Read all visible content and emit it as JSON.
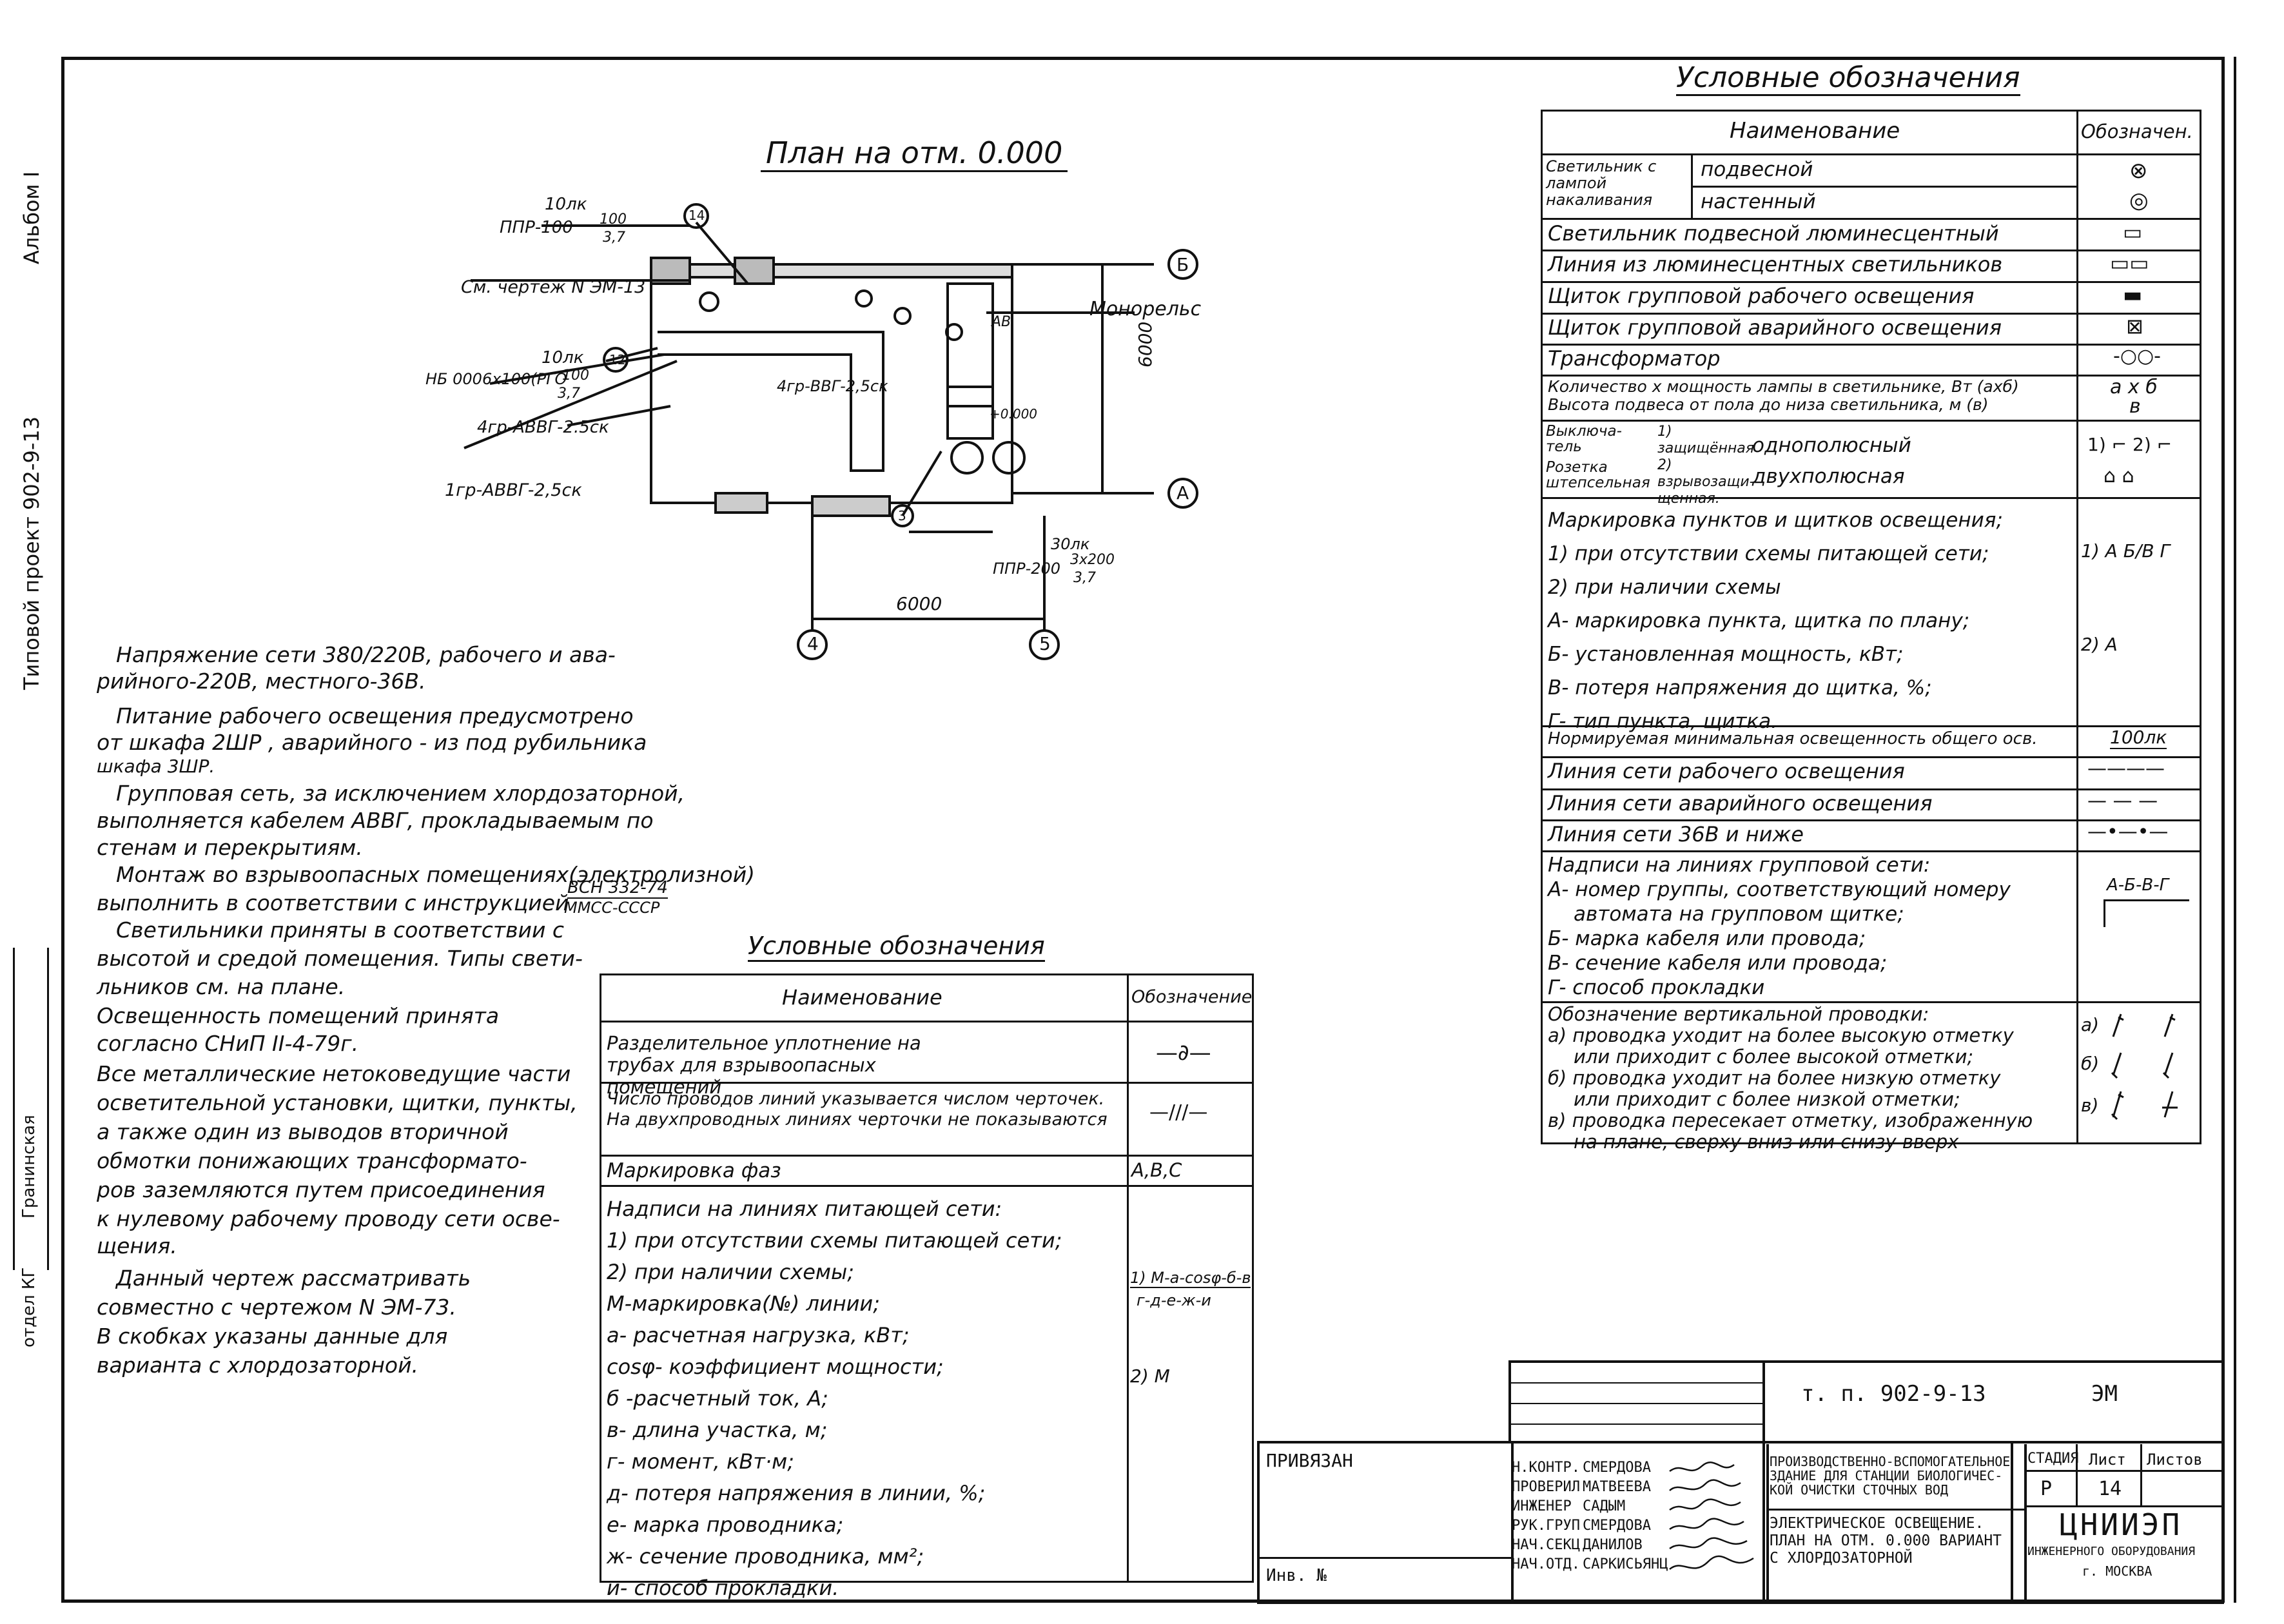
{
  "side_stamp": [
    "Альбом I",
    "Типовой проект 902-9-13"
  ],
  "side_stamp_lower": [
    "отдел КГ",
    "Гранинская"
  ],
  "plan": {
    "title": "План на отм. 0.000",
    "labels": {
      "l1a": "10лк",
      "l1b": "ППР-100",
      "l1c": "100",
      "l1d": "3,7",
      "l2": "См. чертеж N ЭМ-13",
      "l3a": "10лк",
      "l3b": "НБ 0006х100(РГО",
      "l3c": "100",
      "l3d": "3,7",
      "l4": "4гр-АВВГ-2.5ск",
      "l5": "1гр-АВВГ-2,5ск",
      "l6": "4гр-ВВГ-2,5ск",
      "l7": "Монорельс",
      "l8a": "30лк",
      "l8b": "ППР-200",
      "l8c": "3х200",
      "l8d": "3,7",
      "l9": "+0.000",
      "l10": "АВ",
      "dim1": "6000",
      "dim2": "6000",
      "axisA": "А",
      "axisB": "Б",
      "axis4": "4",
      "axis5": "5",
      "n14": "14",
      "n12": "12",
      "n3": "3"
    }
  },
  "notes": [
    "Напряжение сети 380/220В, рабочего и ава-",
    "рийного-220В, местного-36В.",
    "Питание рабочего освещения предусмотрено",
    "от шкафа 2ШР , аварийного - из под рубильника",
    "шкафа 3ШР.",
    "Групповая сеть, за исключением хлордозаторной,",
    "выполняется кабелем АВВГ, прокладываемым по",
    "стенам и перекрытиям.",
    "Монтаж во взрывоопасных помещениях(электролизной)",
    "выполнить в соответствии с инструкцией",
    "Светильники приняты в соответствии с",
    "высотой и средой помещения. Типы свети-",
    "льников см. на плане.",
    "Освещенность помещений принята",
    "согласно СНиП II-4-79г.",
    "Все металлические нетоковедущие части",
    "осветительной установки, щитки, пункты,",
    "а также один из выводов вторичной",
    "обмотки понижающих трансформато-",
    "ров заземляются путем присоединения",
    "к нулевому рабочему проводу сети осве-",
    "щения.",
    "Данный чертеж рассматривать",
    "совместно с чертежом N ЭМ-73.",
    "В скобках указаны данные для",
    "варианта с хлордозаторной."
  ],
  "instr_fraction": {
    "top": "ВСН 332-74",
    "bottom": "ММСС-СССР"
  },
  "legend1": {
    "title": "Условные обозначения",
    "head_name": "Наименование",
    "head_sym": "Обозначение",
    "rows": [
      {
        "name": "Разделительное уплотнение на трубах для взрывоопасных помещений",
        "sym": "—∂—"
      },
      {
        "name": "Число проводов линий указывается числом черточек. На двухпроводных линиях черточки не показываются",
        "sym": "—///—"
      },
      {
        "name": "Маркировка фаз",
        "sym": "А,В,С"
      }
    ],
    "feed_lines": [
      "Надписи на линиях питающей сети:",
      "1) при отсутствии схемы питающей сети;",
      "2) при наличии схемы;",
      "М-маркировка(№) линии;",
      "а- расчетная нагрузка, кВт;",
      "cosφ- коэффициент мощности;",
      "б -расчетный ток, А;",
      "в- длина участка, м;",
      "г- момент, кВт·м;",
      "д- потеря напряжения в линии, %;",
      "е- марка проводника;",
      "ж- сечение проводника, мм²;",
      "и- способ прокладки."
    ],
    "feed_sym1": "1) М-а-cosφ-б-в",
    "feed_sym1b": "г-д-е-ж-и",
    "feed_sym2": "2) М"
  },
  "legend2": {
    "title": "Условные обозначения",
    "head_name": "Наименование",
    "head_sym": "Обозначен.",
    "lamp_group": "Светильник с лампой накаливания",
    "lamp1": "подвесной",
    "lamp1_sym": "⊗",
    "lamp2": "настенный",
    "lamp2_sym": "◎",
    "rows": [
      {
        "name": "Светильник подвесной люминесцентный",
        "sym": "▭"
      },
      {
        "name": "Линия из люминесцентных светильников",
        "sym": "▭▭"
      },
      {
        "name": "Щиток групповой рабочего освещения",
        "sym": "▬"
      },
      {
        "name": "Щиток групповой аварийного освещения",
        "sym": "⊠"
      },
      {
        "name": "Трансформатор",
        "sym": "-○○-"
      },
      {
        "name": "Количество х мощность лампы в светильнике, Вт (ахб)",
        "sym": "а х б"
      },
      {
        "name": "Высота подвеса от пола до низа светильника, м (в)",
        "sym": "в"
      }
    ],
    "switch_a": "Выключа-тель",
    "switch_b": "Розетка штепсельная",
    "switch_c": "1) защищённая 2) взрывозащи-щенная.",
    "switch_d": "однополюсный",
    "switch_e": "двухполюсная",
    "switch_sym1": "1) ⌐ 2) ⌐",
    "switch_sym2": "⌂ ⌂",
    "marking_lines": [
      "Маркировка пунктов и щитков освещения;",
      "1) при отсутствии схемы питающей сети;",
      "2) при наличии схемы",
      "А- маркировка пункта, щитка по плану;",
      "Б- установленная мощность, кВт;",
      "В- потеря напряжения до щитка, %;",
      "Г- тип пункта, щитка."
    ],
    "marking_sym1": "1) А Б/В Г",
    "marking_sym2": "2) А",
    "rows2": [
      {
        "name": "Нормируемая минимальная освещенность общего осв.",
        "sym": "100лк"
      },
      {
        "name": "Линия сети рабочего освещения",
        "sym": "————"
      },
      {
        "name": "Линия сети аварийного освещения",
        "sym": "— — —"
      },
      {
        "name": "Линия сети 36В и ниже",
        "sym": "—•—•—"
      }
    ],
    "group_lines": [
      "Надписи на линиях групповой сети:",
      "А- номер группы, соответствующий номеру",
      "автомата на групповом щитке;",
      "Б- марка кабеля или провода;",
      "В- сечение кабеля или провода;",
      "Г- способ прокладки"
    ],
    "group_sym": "А-Б-В-Г",
    "vert_lines": [
      "Обозначение вертикальной проводки:",
      "а) проводка уходит на более высокую отметку",
      "или приходит с более высокой отметки;",
      "б) проводка уходит на более низкую отметку",
      "или приходит с более низкой отметки;",
      "в) проводка пересекает отметку, изображенную",
      "на плане, сверху вниз или снизу вверх"
    ],
    "vert_sym": [
      "а)",
      "б)",
      "в)"
    ]
  },
  "title_block": {
    "code": "т. п. 902-9-13",
    "sheet_code": "ЭМ",
    "bind": "ПРИВЯЗАН",
    "inv": "Инв. №",
    "roles": [
      "Н.КОНТР.",
      "ПРОВЕРИЛ",
      "ИНЖЕНЕР",
      "РУК.ГРУП",
      "НАЧ.СЕКЦ",
      "НАЧ.ОТД."
    ],
    "names": [
      "СМЕРДОВА",
      "МАТВЕЕВА",
      "САДЫМ",
      "СМЕРДОВА",
      "ДАНИЛОВ",
      "САРКИСЬЯНЦ"
    ],
    "object": "ПРОИЗВОДСТВЕННО-ВСПОМОГАТЕЛЬНОЕ ЗДАНИЕ ДЛЯ СТАНЦИИ БИОЛОГИЧЕС-КОЙ ОЧИСТКИ СТОЧНЫХ ВОД",
    "sheet_name": "ЭЛЕКТРИЧЕСКОЕ ОСВЕЩЕНИЕ. ПЛАН НА ОТМ. 0.000 ВАРИАНТ С ХЛОРДОЗАТОРНОЙ",
    "stage_h": "СТАДИЯ",
    "sheet_h": "Лист",
    "sheets_h": "Листов",
    "stage": "Р",
    "sheet": "14",
    "org": "ЦНИИЭП",
    "org2": "ИНЖЕНЕРНОГО ОБОРУДОВАНИЯ",
    "city": "г. МОСКВА"
  }
}
